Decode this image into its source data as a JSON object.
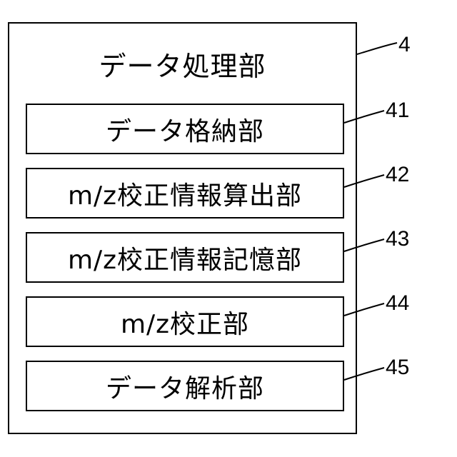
{
  "diagram": {
    "outer": {
      "title": "データ処理部",
      "ref": "4"
    },
    "components": [
      {
        "label": "データ格納部",
        "ref": "41"
      },
      {
        "label": "m/z校正情報算出部",
        "ref": "42"
      },
      {
        "label": "m/z校正情報記憶部",
        "ref": "43"
      },
      {
        "label": "m/z校正部",
        "ref": "44"
      },
      {
        "label": "データ解析部",
        "ref": "45"
      }
    ]
  }
}
